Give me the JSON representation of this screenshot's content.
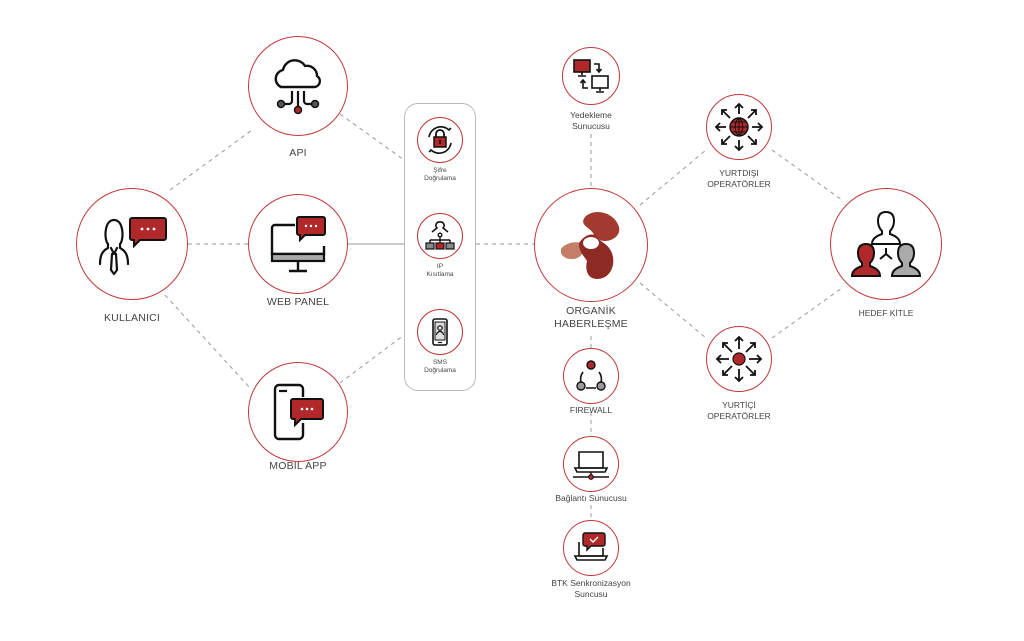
{
  "colors": {
    "accent": "#c0393b",
    "dark_red": "#8e2a24",
    "icon_red": "#b1282a",
    "grey": "#aaaaaa",
    "line": "#999999",
    "text": "#444444"
  },
  "nodes": {
    "kullanici": {
      "label": "KULLANICI",
      "icon": "user-chat-icon"
    },
    "api": {
      "label": "API",
      "icon": "cloud-network-icon"
    },
    "web_panel": {
      "label": "WEB PANEL",
      "icon": "monitor-chat-icon"
    },
    "mobil_app": {
      "label": "MOBIL APP",
      "icon": "phone-chat-icon"
    },
    "security": [
      {
        "label_line1": "Şifre",
        "label_line2": "Doğrulama",
        "icon": "lock-refresh-icon"
      },
      {
        "label_line1": "IP",
        "label_line2": "Kısıtlama",
        "icon": "ip-hierarchy-icon"
      },
      {
        "label_line1": "SMS",
        "label_line2": "Doğrulama",
        "icon": "sms-phone-icon"
      }
    ],
    "yedekleme": {
      "label_line1": "Yedekleme",
      "label_line2": "Sunucusu",
      "icon": "backup-monitors-icon"
    },
    "organik": {
      "label_line1": "ORGANİK",
      "label_line2": "HABERLEŞME",
      "icon": "organik-logo-icon"
    },
    "firewall": {
      "label": "FIREWALL",
      "icon": "firewall-nodes-icon"
    },
    "baglanti": {
      "label": "Bağlantı Sunucusu",
      "icon": "laptop-network-icon"
    },
    "btk": {
      "label_line1": "BTK Senkronizasyon",
      "label_line2": "Suncusu",
      "icon": "laptop-check-icon"
    },
    "yurtdisi": {
      "label_line1": "YURTDIŞI",
      "label_line2": "OPERATÖRLER",
      "icon": "globe-arrows-icon"
    },
    "yurtici": {
      "label_line1": "YURTİÇİ",
      "label_line2": "OPERATÖRLER",
      "icon": "dot-arrows-icon"
    },
    "hedef": {
      "label": "HEDEF KİTLE",
      "icon": "audience-group-icon"
    }
  }
}
